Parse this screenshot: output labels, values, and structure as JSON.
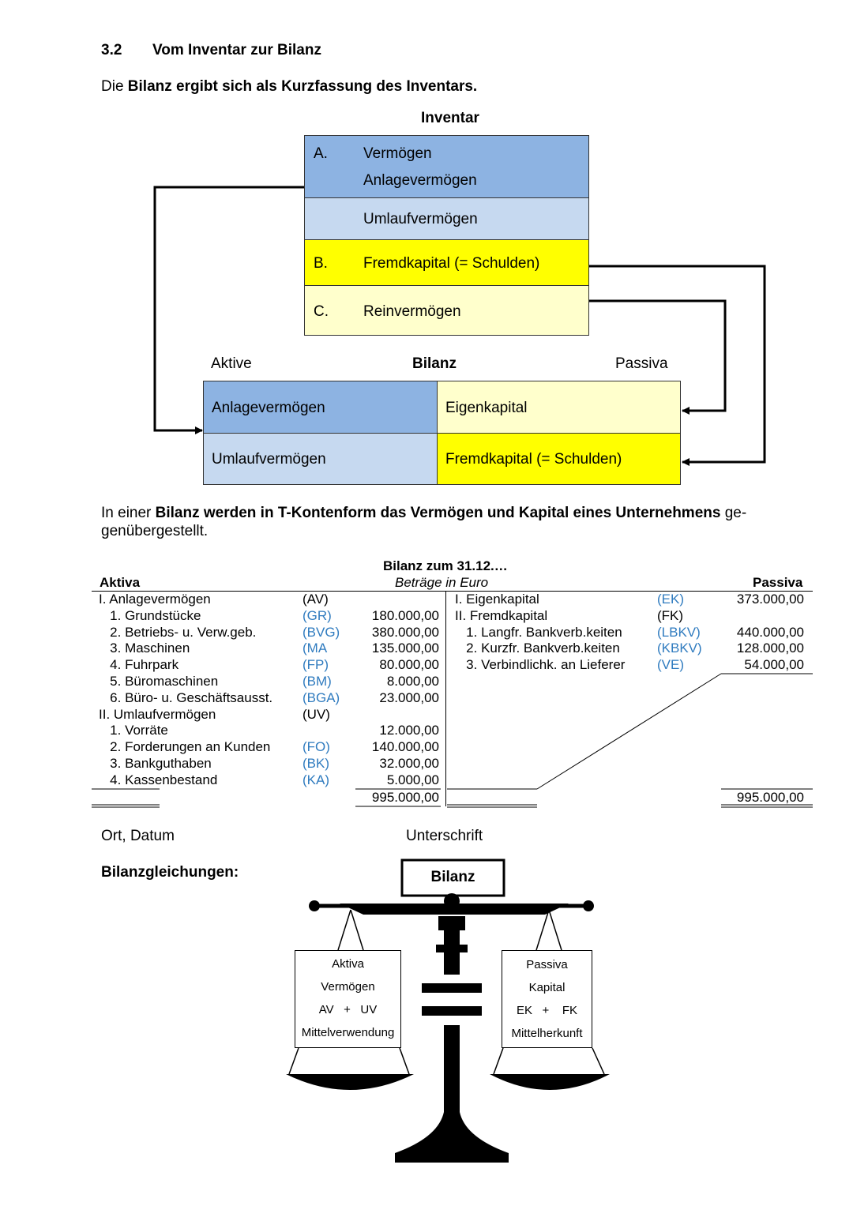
{
  "section": {
    "number": "3.2",
    "title": "Vom Inventar zur Bilanz"
  },
  "intro": {
    "pre": "Die ",
    "bold": "Bilanz ergibt sich als Kurzfassung des Inventars."
  },
  "inventar": {
    "title": "Inventar",
    "rows": [
      {
        "letter": "A.",
        "lines": [
          "Vermögen",
          "Anlagevermögen"
        ],
        "color": "#8db3e2"
      },
      {
        "letter": "",
        "lines": [
          "Umlaufvermögen"
        ],
        "color": "#c6d9f0"
      },
      {
        "letter": "B.",
        "lines": [
          "Fremdkapital (= Schulden)"
        ],
        "color": "#ffff00"
      },
      {
        "letter": "C.",
        "lines": [
          "Reinvermögen"
        ],
        "color": "#ffffcc"
      }
    ]
  },
  "bilanz_diagram": {
    "left_label": "Aktive",
    "title": "Bilanz",
    "right_label": "Passiva",
    "cells": {
      "anlage": "Anlagevermögen",
      "umlauf": "Umlaufvermögen",
      "eigen": "Eigenkapital",
      "fremd": "Fremdkapital (= Schulden)"
    }
  },
  "paragraph": {
    "pre": "In einer ",
    "bold": "Bilanz werden in T-Kontenform das Vermögen und Kapital eines Unternehmens",
    "post1": " ge-",
    "line2": "genübergestellt."
  },
  "balance_sheet": {
    "title": "Bilanz zum 31.12.…",
    "subtitle": "Beträge in Euro",
    "left_header": "Aktiva",
    "right_header": "Passiva",
    "left_rows": [
      {
        "label": "I. Anlagevermögen",
        "abbr": "(AV)",
        "abbr_plain": true,
        "value": ""
      },
      {
        "label": "   1. Grundstücke",
        "abbr": "(GR)",
        "value": "180.000,00"
      },
      {
        "label": "   2. Betriebs- u. Verw.geb.",
        "abbr": "(BVG)",
        "value": "380.000,00"
      },
      {
        "label": "   3. Maschinen",
        "abbr": "(MA",
        "value": "135.000,00"
      },
      {
        "label": "   4. Fuhrpark",
        "abbr": "(FP)",
        "value": "80.000,00"
      },
      {
        "label": "   5. Büromaschinen",
        "abbr": "(BM)",
        "value": "8.000,00"
      },
      {
        "label": "   6. Büro- u. Geschäftsausst.",
        "abbr": "(BGA)",
        "value": "23.000,00"
      },
      {
        "label": "II. Umlaufvermögen",
        "abbr": "(UV)",
        "abbr_plain": true,
        "value": ""
      },
      {
        "label": "   1. Vorräte",
        "abbr": "",
        "value": "12.000,00"
      },
      {
        "label": "   2. Forderungen an Kunden",
        "abbr": "(FO)",
        "value": "140.000,00"
      },
      {
        "label": "   3. Bankguthaben",
        "abbr": "(BK)",
        "value": "32.000,00"
      },
      {
        "label": "   4. Kassenbestand",
        "abbr": "(KA)",
        "value": "5.000,00"
      }
    ],
    "right_rows": [
      {
        "label": "I. Eigenkapital",
        "abbr": "(EK)",
        "value": "373.000,00"
      },
      {
        "label": "II. Fremdkapital",
        "abbr": "(FK)",
        "abbr_plain": true,
        "value": ""
      },
      {
        "label": "   1. Langfr. Bankverb.keiten",
        "abbr": "(LBKV)",
        "value": "440.000,00"
      },
      {
        "label": "   2. Kurzfr. Bankverb.keiten",
        "abbr": "(KBKV)",
        "value": "128.000,00"
      },
      {
        "label": "   3. Verbindlichk. an Lieferer",
        "abbr": "(VE)",
        "value": "54.000,00"
      }
    ],
    "total_left": "995.000,00",
    "total_right": "995.000,00"
  },
  "signature": {
    "place_date": "Ort, Datum",
    "signature": "Unterschrift"
  },
  "equations": {
    "heading": "Bilanzgleichungen:",
    "scale_title": "Bilanz",
    "left_box": [
      "Aktiva",
      "Vermögen",
      "AV   +   UV",
      "Mittelverwendung"
    ],
    "right_box": [
      "Passiva",
      "Kapital",
      "EK   +    FK",
      "Mittelherkunft"
    ]
  },
  "colors": {
    "anlage": "#8db3e2",
    "umlauf": "#c6d9f0",
    "fremd": "#ffff00",
    "rein": "#ffffcc",
    "abbr": "#2f7bbf"
  }
}
